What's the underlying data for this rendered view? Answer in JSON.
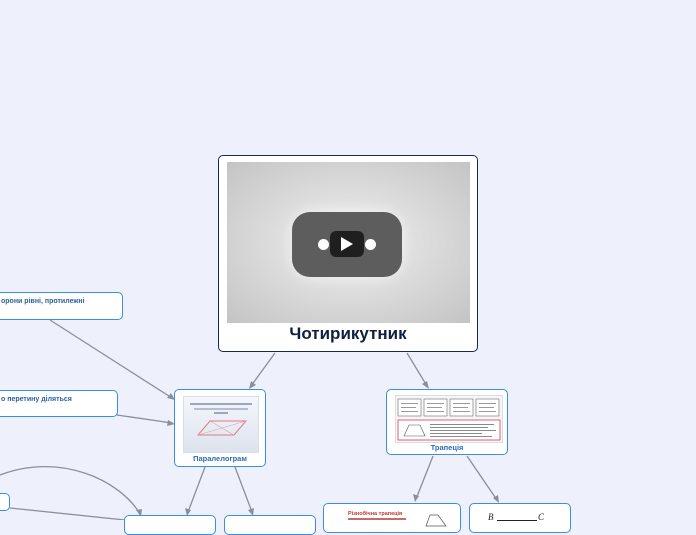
{
  "root": {
    "title": "Чотирикутник",
    "media": "video-thumbnail",
    "play_icon": "play-icon"
  },
  "topics": {
    "parallelogram": {
      "label": "Паралелограм"
    },
    "trapezoid": {
      "label": "Трапеція"
    }
  },
  "side_nodes": {
    "sides": {
      "text": "орони рівні, протилежні"
    },
    "diagonals": {
      "text": "о перетину діляться"
    }
  },
  "subtopics": {
    "scalene_trapezoid": {
      "text": "Різнобічна трапеція"
    },
    "trapezoid_figure": {
      "labels": [
        "B",
        "C"
      ]
    }
  },
  "colors": {
    "background": "#eef0fb",
    "node_border": "#3a8ee6",
    "root_border": "#1c2a4a",
    "connector": "#8a8f99"
  }
}
